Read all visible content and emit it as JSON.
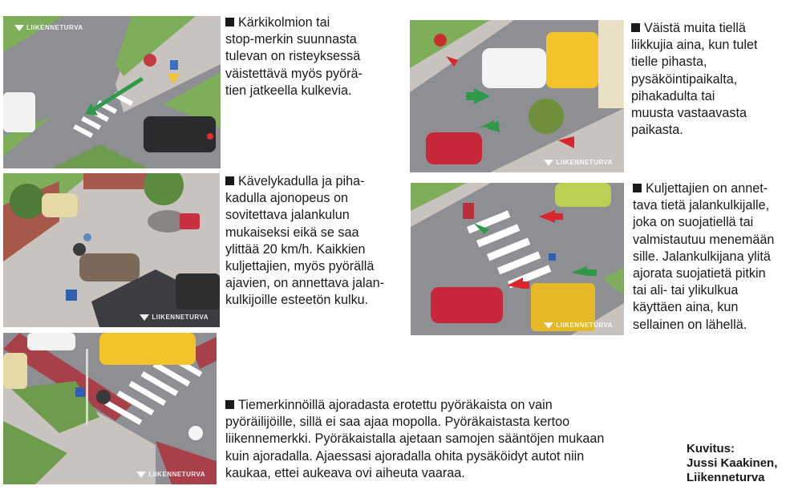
{
  "panels": [
    {
      "id": "intersection-yield",
      "logo": "LIIKENNETURVA",
      "lines": [
        "Kärkikolmion tai",
        "stop-merkin suunnasta",
        "tulevan on risteyksessä",
        "väistettävä myös pyörä-",
        "tien jatkeella kulkevia."
      ]
    },
    {
      "id": "pedestrian-street",
      "logo": "LIIKENNETURVA",
      "lines": [
        "Kävelykadulla ja piha-",
        "kadulla ajonopeus on",
        "sovitettava jalankulun",
        "mukaiseksi eikä se saa",
        "ylittää 20 km/h. Kaikkien",
        "kuljettajien, myös pyörällä",
        "ajavien, on annettava jalan-",
        "kulkijoille esteetön kulku."
      ]
    },
    {
      "id": "yield-from-yard",
      "logo": "LIIKENNETURVA",
      "lines": [
        "Väistä muita tiellä",
        "liikkujia aina, kun tulet",
        "tielle pihasta,",
        "pysäköintipaikalta,",
        "pihakadulta tai",
        "muusta vastaavasta",
        "paikasta."
      ]
    },
    {
      "id": "crosswalk",
      "logo": "LIIKENNETURVA",
      "lines": [
        "Kuljettajien on annet-",
        "tava tietä jalankulkijalle,",
        "joka on suojatiellä tai",
        "valmistautuu menemään",
        "sille. Jalankulkijana ylitä",
        "ajorata suojatietä pitkin",
        "tai ali- tai ylikulkua",
        "käyttäen aina, kun",
        "sellainen on lähellä."
      ]
    },
    {
      "id": "bike-lane",
      "logo": "LIIKENNETURVA",
      "lines": [
        "Tiemerkinnöillä ajoradasta erotettu pyöräkaista on vain",
        "pyöräilijöille, sillä ei saa ajaa mopolla. Pyöräkaistasta kertoo",
        "liikennemerkki. Pyöräkaistalla ajetaan samojen sääntöjen mukaan",
        "kuin ajoradalla. Ajaessasi ajoradalla ohita pysäköidyt autot niin",
        "kaukaa, ettei aukeava ovi aiheuta vaaraa."
      ]
    }
  ],
  "credit": {
    "lines": [
      "Kuvitus:",
      "Jussi Kaakinen,",
      "Liikenneturva"
    ]
  },
  "colors": {
    "road": "#8e8f93",
    "grass": "#7fae5a",
    "sidewalk": "#c9c3c0",
    "bike_lane": "#a8404a",
    "arrow_green": "#2e9a48",
    "arrow_red": "#d8262c",
    "crosswalk": "#ffffff",
    "bus_yellow": "#f2c32b"
  }
}
